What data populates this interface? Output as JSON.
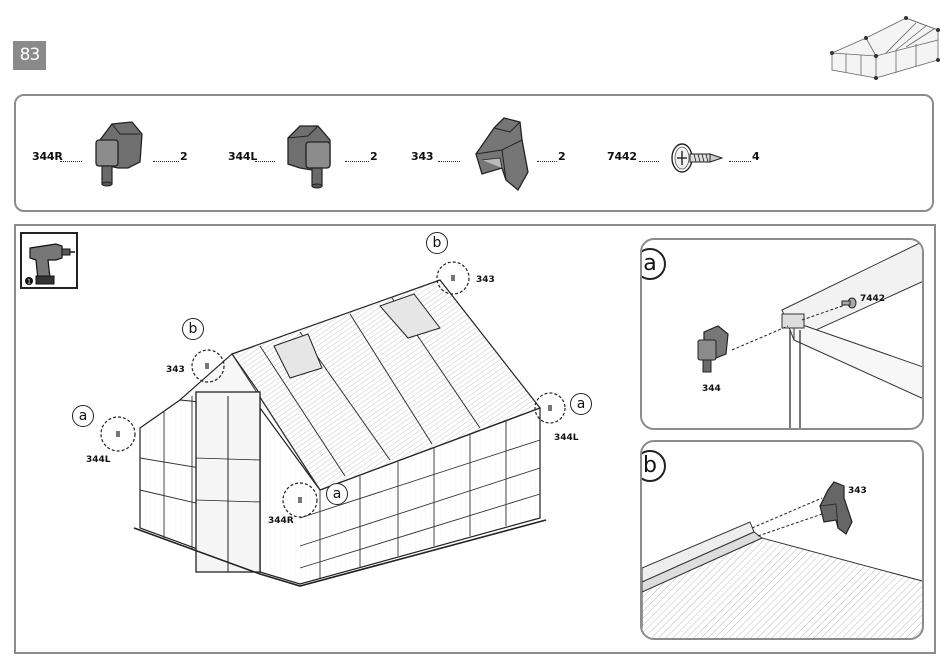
{
  "page": {
    "step_number": "83"
  },
  "parts": [
    {
      "code": "344R",
      "qty": "2"
    },
    {
      "code": "344L",
      "qty": "2"
    },
    {
      "code": "343",
      "qty": "2"
    },
    {
      "code": "7442",
      "qty": "4"
    }
  ],
  "main_callouts": {
    "b_left": "b",
    "b_left_part": "343",
    "b_right": "b",
    "b_right_part": "343",
    "a_left": "a",
    "a_left_part": "344L",
    "a_right": "a",
    "a_right_part": "344L",
    "a_front": "a",
    "a_front_part": "344R"
  },
  "detail_a": {
    "letter": "a",
    "part_clip": "344",
    "part_screw": "7442"
  },
  "detail_b": {
    "letter": "b",
    "part": "343"
  },
  "icons": {
    "tool": "power-drill-icon"
  }
}
